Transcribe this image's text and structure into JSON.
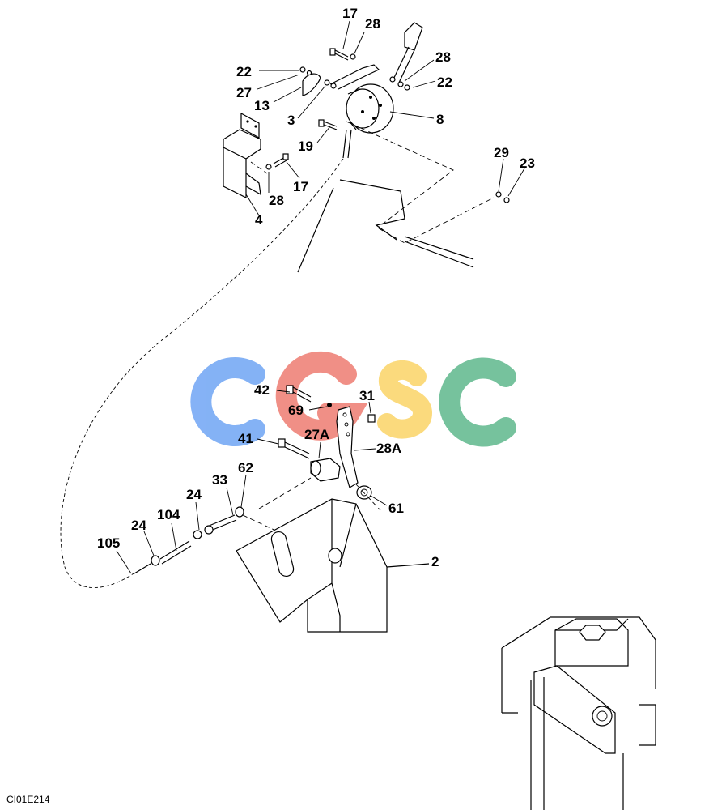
{
  "watermark": {
    "letters": [
      "C",
      "G",
      "S",
      "C"
    ],
    "colors": [
      "#7eaef5",
      "#f08a80",
      "#fbd977",
      "#6fbf98"
    ]
  },
  "labels": {
    "p17a": "17",
    "p28a": "28",
    "p22a": "22",
    "p27": "27",
    "p13": "13",
    "p3": "3",
    "p19": "19",
    "p8": "8",
    "p28b": "28",
    "p22b": "22",
    "p28c": "28",
    "p17b": "17",
    "p4": "4",
    "p29": "29",
    "p23": "23",
    "p42": "42",
    "p69": "69",
    "p31": "31",
    "p27A": "27A",
    "p41": "41",
    "p28A": "28A",
    "p61": "61",
    "p62": "62",
    "p33": "33",
    "p24a": "24",
    "p104": "104",
    "p24b": "24",
    "p105": "105",
    "p2": "2"
  },
  "drawing_code": "CI01E214"
}
